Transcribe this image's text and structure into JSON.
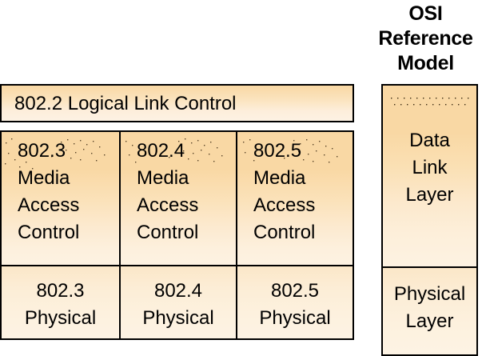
{
  "osi": {
    "title_lines": [
      "OSI",
      "Reference",
      "Model"
    ],
    "layers": [
      {
        "name": "data-link-layer",
        "lines": [
          "Data",
          "Link",
          "Layer"
        ]
      },
      {
        "name": "physical-layer",
        "lines": [
          "Physical",
          "Layer"
        ]
      }
    ]
  },
  "ieee": {
    "llc_label": "802.2 Logical Link Control",
    "columns": [
      {
        "mac_lines": [
          "802.3",
          "Media",
          "Access",
          "Control"
        ],
        "phy_lines": [
          "802.3",
          "Physical"
        ]
      },
      {
        "mac_lines": [
          "802.4",
          "Media",
          "Access",
          "Control"
        ],
        "phy_lines": [
          "802.4",
          "Physical"
        ]
      },
      {
        "mac_lines": [
          "802.5",
          "Media",
          "Access",
          "Control"
        ],
        "phy_lines": [
          "802.5",
          "Physical"
        ]
      }
    ]
  },
  "colors": {
    "fill_top": "#f9d8a4",
    "fill_bottom": "#fdf2e2",
    "border": "#000000",
    "text": "#000000",
    "background": "#ffffff"
  }
}
